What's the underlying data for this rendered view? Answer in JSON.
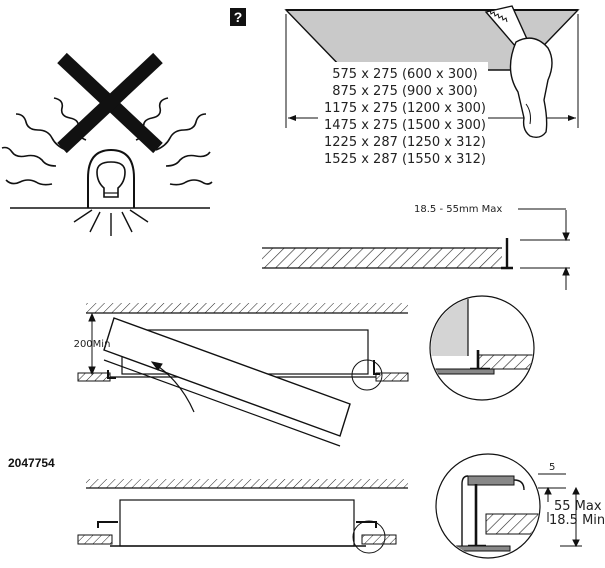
{
  "help_badge": "?",
  "product_code": "2047754",
  "panel_sizes": [
    "575 x 275 (600 x 300)",
    "875 x 275 (900 x 300)",
    "1175 x 275 (1200 x 300)",
    "1475 x 275 (1500 x 300)",
    "1225 x 287 (1250 x 312)",
    "1525 x 287 (1550 x 312)"
  ],
  "ceiling_thickness_label": "18.5 - 55mm Max",
  "clearance_label": "200Min",
  "detail_dims": {
    "lip": "5",
    "max": "55 Max",
    "min": "18.5 Min"
  }
}
